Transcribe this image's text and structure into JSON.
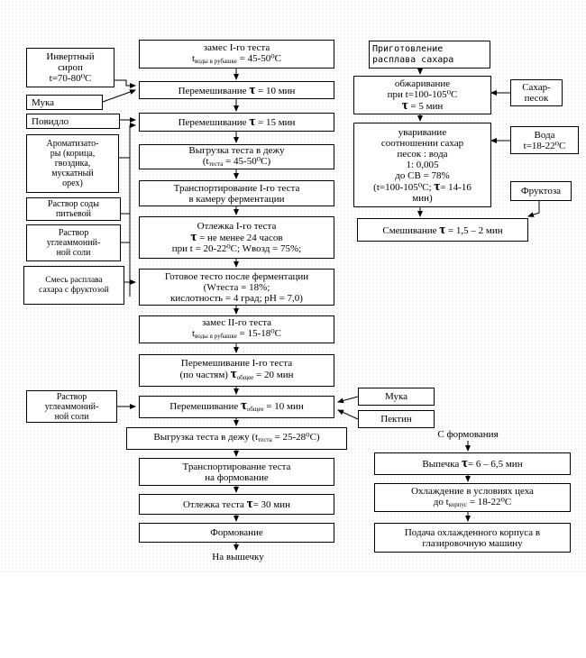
{
  "left_inputs": {
    "invert_syrup": [
      "Инвертный",
      "сироп",
      "t=70-80⁰C"
    ],
    "flour": "Мука",
    "jam": "Повидло",
    "flavorings": [
      "Ароматизато-",
      "ры (корица,",
      "гвоздика,",
      "мускатный",
      "орех)"
    ],
    "soda_solution": [
      "Раствор соды",
      "питьевой"
    ],
    "ammonium_solution_1": [
      "Раствор",
      "углеаммоний-",
      "ной соли"
    ],
    "sugar_fructose_mix": [
      "Смесь расплава",
      "сахара с фруктозой"
    ],
    "ammonium_solution_2": [
      "Раствор",
      "углеаммоний-",
      "ной соли"
    ]
  },
  "main_chain": {
    "knead1": {
      "title": "замес I-го теста",
      "param": "t",
      "param_sub": "воды в рубашке",
      "value": " = 45-50⁰C"
    },
    "mix1": {
      "text": "Перемешивание ",
      "tau": "τ",
      "value": " = 10 мин"
    },
    "mix2": {
      "text": "Перемешивание ",
      "tau": "τ",
      "value": " = 15 мин"
    },
    "unload1": {
      "line1": "Выгрузка теста в дежу",
      "line2_pre": "(t",
      "line2_sub": "теста",
      "line2_post": " = 45-50⁰C)"
    },
    "transport1": [
      "Транспортирование I-го теста",
      "в камеру ферментации"
    ],
    "rest1": {
      "title": "Отлежка  I-го теста",
      "tau": "τ",
      "tau_text": " = не менее 24 часов",
      "line3": "при t = 20-22⁰C; Wвозд = 75%;"
    },
    "ready": [
      "Готовое тесто после ферментации",
      "(Wтеста = 18%;",
      "кислотность = 4 град; pH = 7,0)"
    ],
    "knead2": {
      "title": "замес II-го теста",
      "param": "t",
      "param_sub": "воды в рубашке",
      "value": " = 15-18⁰C"
    },
    "mix3": {
      "line1": "Перемешивание I-го теста",
      "line2_pre": "(по частям) ",
      "tau": "τ",
      "tau_sub": "общее",
      "value": " = 20 мин"
    },
    "mix4": {
      "text": "Перемешивание ",
      "tau": "τ",
      "tau_sub": "общее",
      "value": " = 10 мин"
    },
    "unload2": {
      "pre": "Выгрузка теста в дежу (t",
      "sub": "теста",
      "post": " = 25-28⁰C)"
    },
    "transport2": [
      "Транспортирование теста",
      "на формование"
    ],
    "rest2": {
      "text": "Отлежка теста ",
      "tau": "τ",
      "value": "= 30 мин"
    },
    "forming": "Формование",
    "to_cutting": "На вышечку"
  },
  "right_inputs": {
    "flour": "Мука",
    "pectin": "Пектин",
    "sugar_sand": [
      "Сахар-",
      "песок"
    ],
    "water": [
      "Вода",
      "t=18-22⁰C"
    ],
    "fructose": "Фруктоза"
  },
  "sugar_melt": {
    "header": [
      "Приготовление",
      "расплава сахара"
    ],
    "wetting": {
      "line1": "обжаривание",
      "line2": "при t=100-105⁰C",
      "tau": "τ",
      "value": " = 5 мин"
    },
    "boiling": [
      "уваривание",
      "соотношении сахар",
      "песок : вода",
      "1: 0,005",
      "до СВ = 78%",
      "(t=100-105⁰C;  ",
      "τ",
      "= 14-16",
      "мин)"
    ],
    "mixing": {
      "text": "Смешивание ",
      "tau": "τ",
      "value": " = 1,5 – 2 мин"
    }
  },
  "forming_branch": {
    "from_forming": "С формования",
    "baking": {
      "text": "Выпечка ",
      "tau": "τ",
      "value": "= 6 – 6,5 мин"
    },
    "cooling": {
      "line1": "Охлаждение в условиях цеха",
      "line2_pre": "до t",
      "line2_sub": "корпус",
      "line2_post": " = 18-22⁰C"
    },
    "delivery": [
      "Подача охлажденного корпуса в",
      "глазировочную машину"
    ]
  }
}
